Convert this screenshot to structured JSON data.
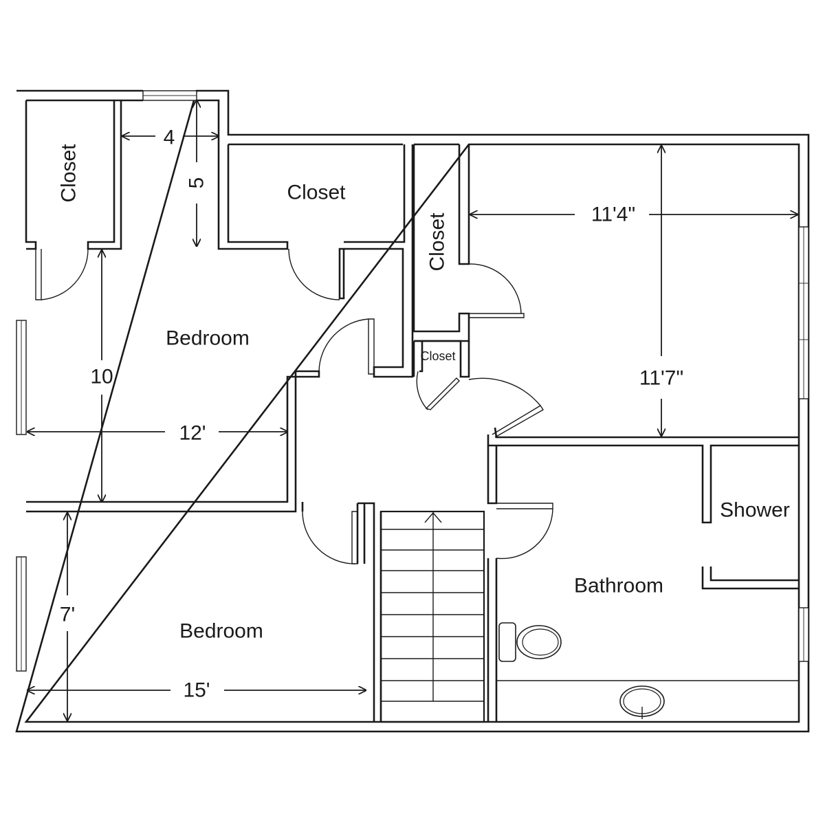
{
  "rooms": {
    "closet_left": "Closet",
    "closet_top": "Closet",
    "closet_mid": "Closet",
    "closet_small": "Closet",
    "bedroom_upper": "Bedroom",
    "bedroom_lower": "Bedroom",
    "bathroom": "Bathroom",
    "shower": "Shower"
  },
  "dimensions": {
    "entry_width": "4",
    "entry_depth": "5",
    "bedroom_upper_depth": "10",
    "bedroom_upper_width": "12'",
    "bedroom_lower_depth": "7'",
    "bedroom_lower_width": "15'",
    "bedroom_right_width": "11'4\"",
    "bedroom_right_depth": "11'7\""
  }
}
